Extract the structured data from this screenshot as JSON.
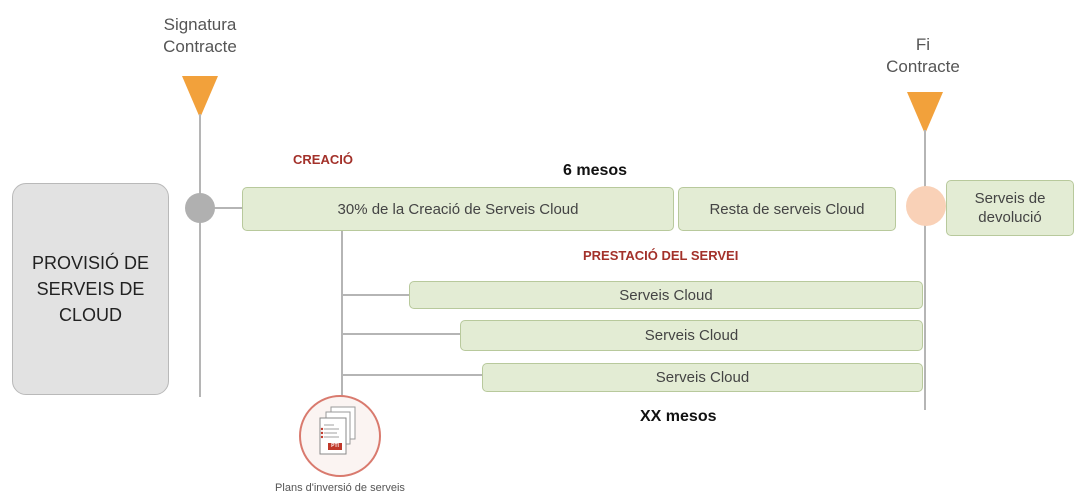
{
  "milestones": {
    "start_line1": "Signatura",
    "start_line2": "Contracte",
    "end_line1": "Fi",
    "end_line2": "Contracte"
  },
  "provision_box": {
    "line1": "PROVISIÓ DE",
    "line2": "SERVEIS DE",
    "line3": "CLOUD"
  },
  "creation": {
    "section_label": "CREACIÓ",
    "duration_label": "6 mesos",
    "main_box": "30% de la Creació de Serveis Cloud",
    "rest_box": "Resta de serveis Cloud"
  },
  "return_box": {
    "line1": "Serveis de",
    "line2": "devolució"
  },
  "service": {
    "section_label": "PRESTACIÓ DEL SERVEI",
    "rows": [
      {
        "label": "Serveis Cloud"
      },
      {
        "label": "Serveis Cloud"
      },
      {
        "label": "Serveis Cloud"
      }
    ],
    "duration_label": "XX mesos"
  },
  "pti": {
    "badge": "PTI",
    "caption": "Plans d'inversió de serveis"
  },
  "colors": {
    "triangle": "#f2a13b",
    "box_fill": "#e3ecd4",
    "section_label": "#a3312a",
    "start_dot": "#b0b0b0",
    "end_dot": "#f9d1b7"
  }
}
